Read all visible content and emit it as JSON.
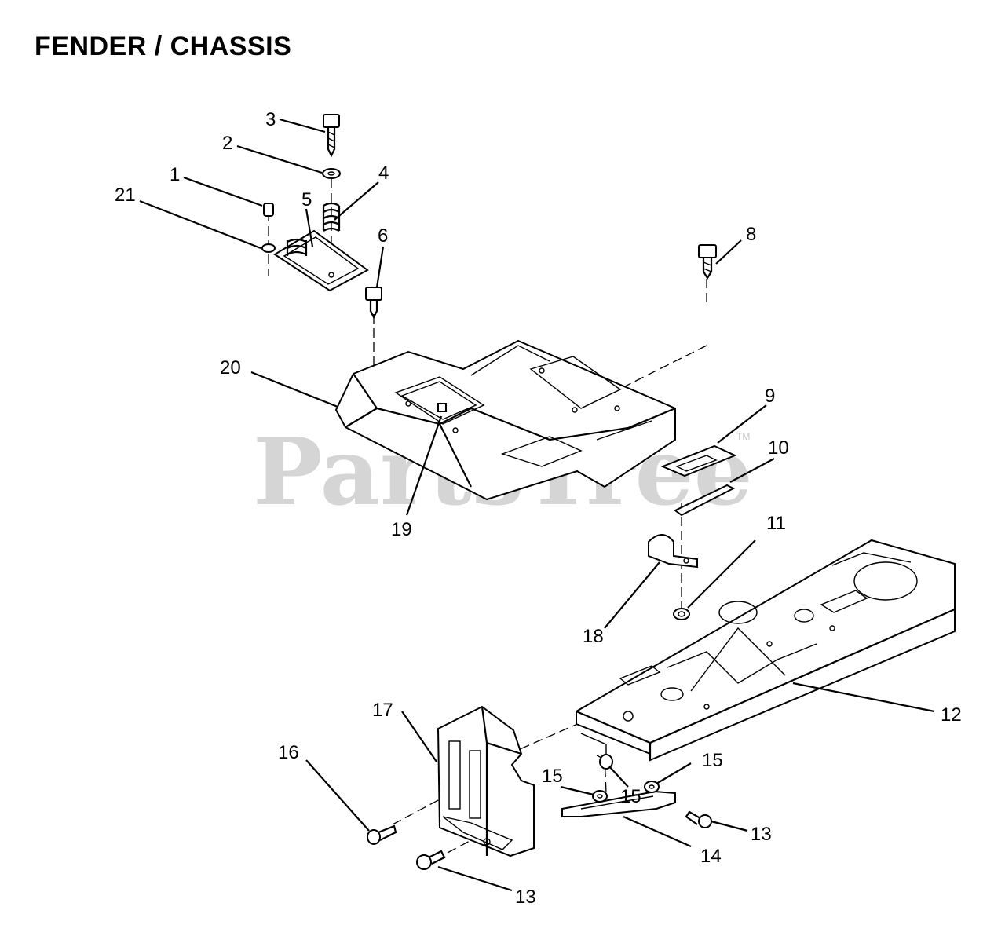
{
  "title": "FENDER / CHASSIS",
  "watermark": "PartsTree",
  "watermark_tm": "TM",
  "callouts": [
    "1",
    "2",
    "3",
    "4",
    "5",
    "6",
    "8",
    "9",
    "10",
    "11",
    "12",
    "13",
    "13",
    "14",
    "15",
    "15",
    "15",
    "16",
    "17",
    "18",
    "19",
    "20",
    "21"
  ]
}
